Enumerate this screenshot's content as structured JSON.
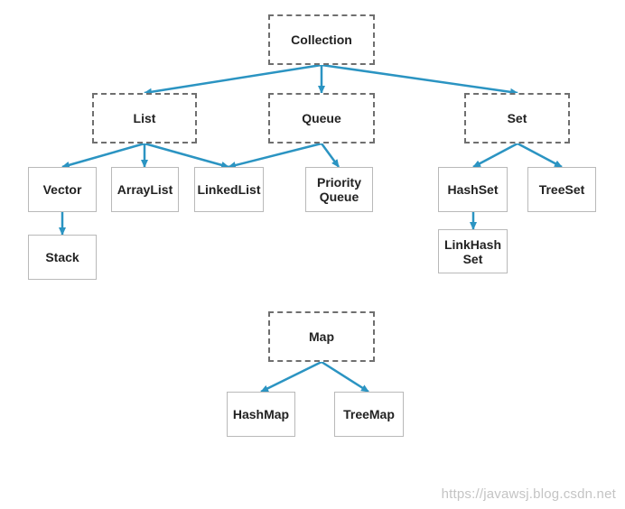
{
  "diagram": {
    "arrow_color": "#2b94c2",
    "nodes": {
      "collection": "Collection",
      "list": "List",
      "queue": "Queue",
      "set": "Set",
      "vector": "Vector",
      "arraylist": "ArrayList",
      "linkedlist": "LinkedList",
      "priority_queue_line1": "Priority",
      "priority_queue_line2": "Queue",
      "hashset": "HashSet",
      "treeset": "TreeSet",
      "stack": "Stack",
      "linkhashset_line1": "LinkHash",
      "linkhashset_line2": "Set",
      "map": "Map",
      "hashmap": "HashMap",
      "treemap": "TreeMap"
    },
    "edges": [
      [
        "Collection",
        "List"
      ],
      [
        "Collection",
        "Queue"
      ],
      [
        "Collection",
        "Set"
      ],
      [
        "List",
        "Vector"
      ],
      [
        "List",
        "ArrayList"
      ],
      [
        "List",
        "LinkedList"
      ],
      [
        "Queue",
        "LinkedList"
      ],
      [
        "Queue",
        "Priority Queue"
      ],
      [
        "Set",
        "HashSet"
      ],
      [
        "Set",
        "TreeSet"
      ],
      [
        "Vector",
        "Stack"
      ],
      [
        "HashSet",
        "LinkHash Set"
      ],
      [
        "Map",
        "HashMap"
      ],
      [
        "Map",
        "TreeMap"
      ]
    ]
  },
  "watermark": "https://javawsj.blog.csdn.net"
}
